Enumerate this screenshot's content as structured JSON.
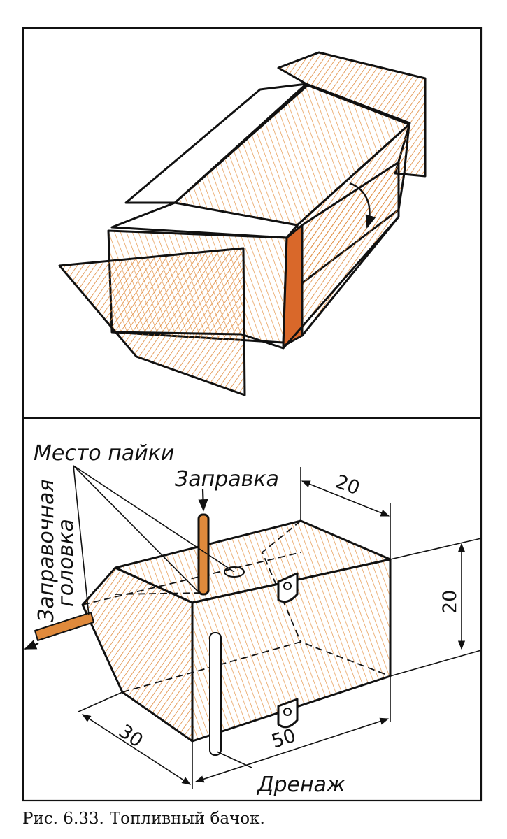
{
  "figure": {
    "labels": {
      "solder_place": "Место пайки",
      "refuel": "Заправка",
      "filler_head_line1": "Заправочная",
      "filler_head_line2": "головка",
      "drain": "Дренаж"
    },
    "dimensions": {
      "top_depth": "20",
      "height": "20",
      "width": "30",
      "length": "50"
    },
    "colors": {
      "wood": "#e08a3c",
      "ink": "#111111"
    }
  },
  "caption": {
    "number": "Рис. 6.33.",
    "text": "Топливный бачок."
  }
}
